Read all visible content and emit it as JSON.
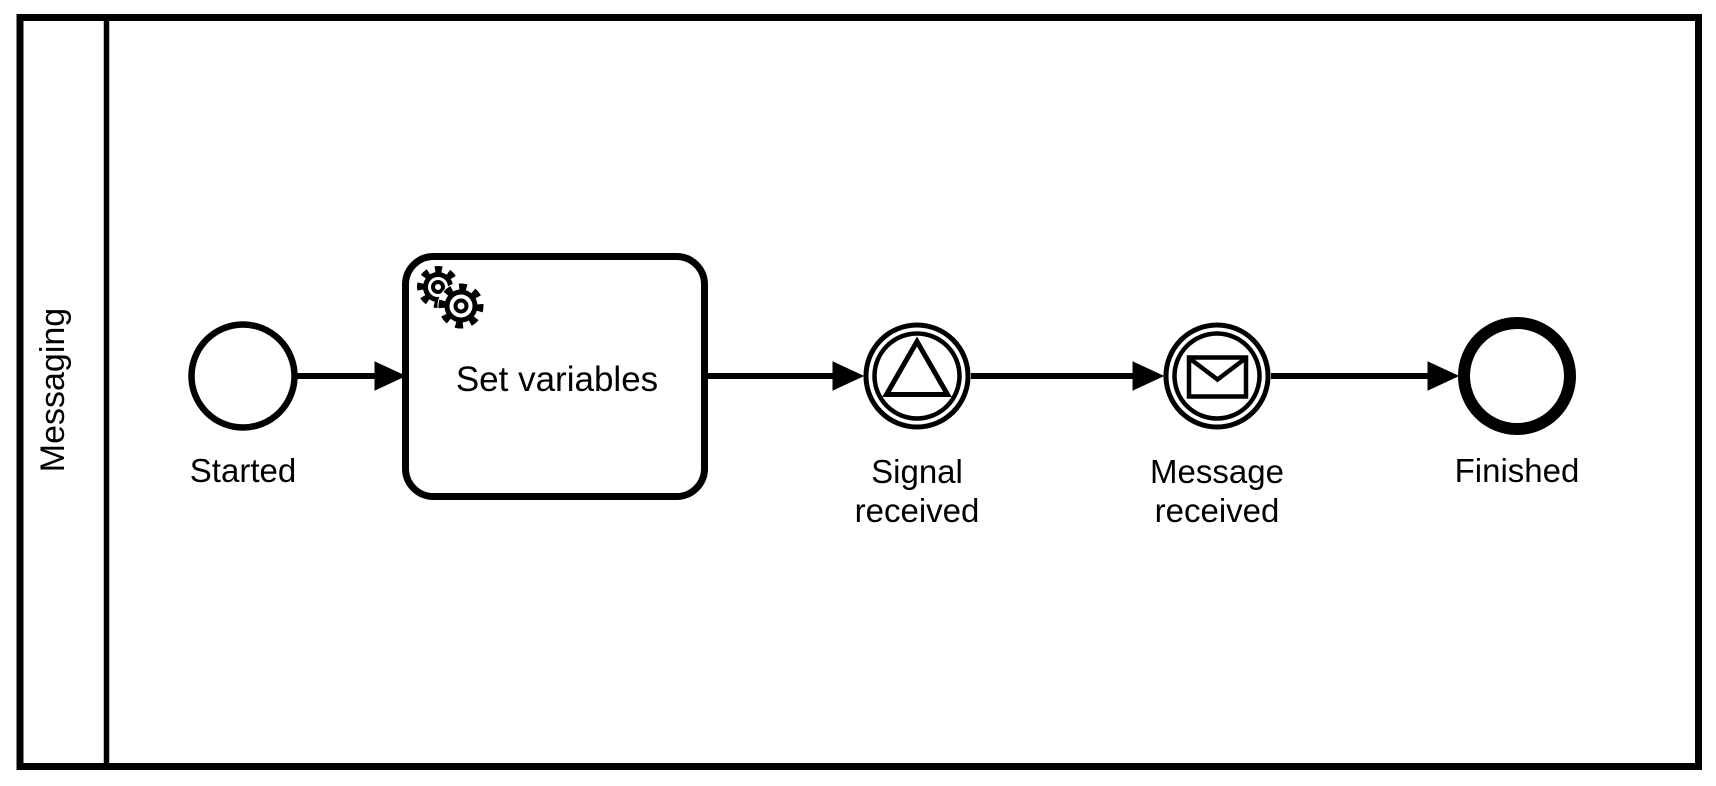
{
  "diagram_type": "BPMN process diagram",
  "colors": {
    "stroke": "#000000",
    "fill": "#ffffff"
  },
  "pool": {
    "label": "Messaging"
  },
  "nodes": {
    "start": {
      "type": "start-event",
      "label": "Started"
    },
    "task": {
      "type": "service-task",
      "label": "Set variables",
      "marker": "service-gears-icon"
    },
    "signal": {
      "type": "signal-intermediate-catch-event",
      "label": "Signal received",
      "label_line1": "Signal",
      "label_line2": "received",
      "marker": "signal-triangle-icon"
    },
    "message": {
      "type": "message-intermediate-catch-event",
      "label": "Message received",
      "label_line1": "Message",
      "label_line2": "received",
      "marker": "message-envelope-icon"
    },
    "end": {
      "type": "end-event",
      "label": "Finished"
    }
  },
  "flows": [
    {
      "from": "Started",
      "to": "Set variables"
    },
    {
      "from": "Set variables",
      "to": "Signal received"
    },
    {
      "from": "Signal received",
      "to": "Message received"
    },
    {
      "from": "Message received",
      "to": "Finished"
    }
  ]
}
